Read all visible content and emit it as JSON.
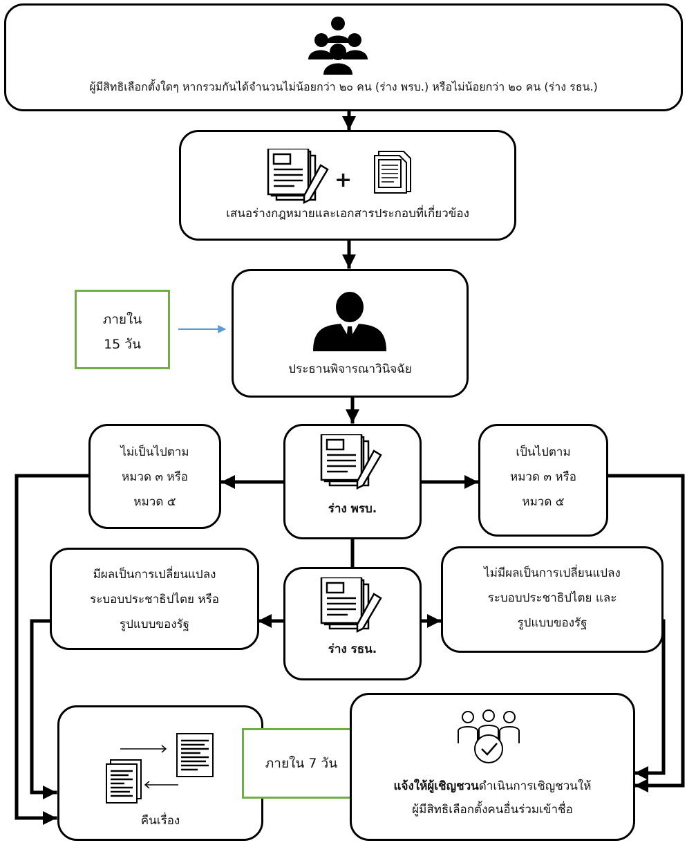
{
  "colors": {
    "green_box_border": "#70ad47",
    "blue_arrow": "#5b9bd5",
    "line": "#000000"
  },
  "top": {
    "icon": "people-group-icon",
    "text": "ผู้มีสิทธิเลือกตั้งใดๆ หากรวมกันได้จำนวนไม่น้อยกว่า ๒๐ คน (ร่าง พรบ.) หรือไม่น้อยกว่า ๒๐ คน (ร่าง รธน.)"
  },
  "submit": {
    "icons": [
      "document-edit-icon",
      "plus-icon",
      "documents-stack-icon"
    ],
    "plus": "+",
    "text": "เสนอร่างกฎหมายและเอกสารประกอบที่เกี่ยวข้อง"
  },
  "within15": {
    "line1": "ภายใน",
    "line2": "15 วัน"
  },
  "chairman": {
    "icon": "businessman-icon",
    "text": "ประธานพิจารณาวินิจฉัย"
  },
  "bill_act": {
    "icon": "document-edit-icon",
    "label": "ร่าง พรบ."
  },
  "bill_const": {
    "icon": "document-edit-icon",
    "label": "ร่าง รธน."
  },
  "not_chapter": {
    "line1": "ไม่เป็นไปตาม",
    "line2": "หมวด ๓ หรือ",
    "line3": "หมวด ๕"
  },
  "chapter": {
    "line1": "เป็นไปตาม",
    "line2": "หมวด ๓ หรือ",
    "line3": "หมวด ๕"
  },
  "changes_regime": {
    "line1": "มีผลเป็นการเปลี่ยนแปลง",
    "line2": "ระบอบประชาธิปไตย หรือ",
    "line3": "รูปแบบของรัฐ"
  },
  "no_change_regime": {
    "line1": "ไม่มีผลเป็นการเปลี่ยนแปลง",
    "line2": "ระบอบประชาธิปไตย และ",
    "line3": "รูปแบบของรัฐ"
  },
  "return": {
    "icon": "document-exchange-icon",
    "text": "คืนเรื่อง"
  },
  "within7": {
    "text": "ภายใน 7 วัน"
  },
  "notify": {
    "icon": "team-approval-icon",
    "bold": "แจ้งให้ผู้เชิญชวน",
    "rest": "ดำเนินการเชิญชวนให้",
    "line2": "ผู้มีสิทธิเลือกตั้งคนอื่นร่วมเข้าชื่อ"
  }
}
